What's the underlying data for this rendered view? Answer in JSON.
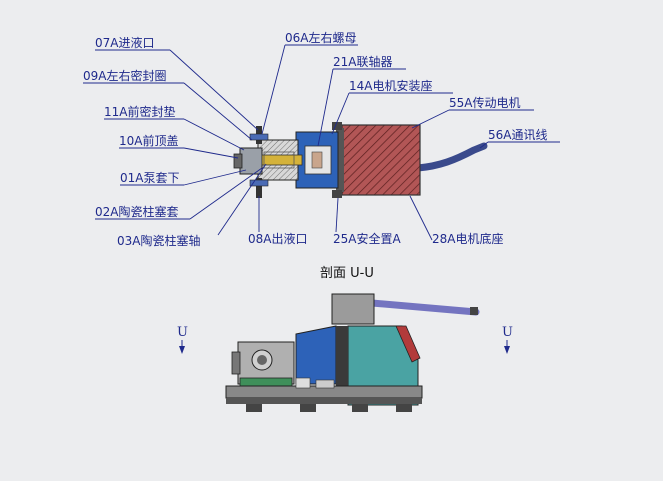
{
  "labels": {
    "l07": "07A进液口",
    "l09": "09A左右密封圈",
    "l11": "11A前密封垫",
    "l10": "10A前顶盖",
    "l01": "01A泵套下",
    "l02": "02A陶瓷柱塞套",
    "l03": "03A陶瓷柱塞轴",
    "l06": "06A左右螺母",
    "l21": "21A联轴器",
    "l14": "14A电机安装座",
    "l55": "55A传动电机",
    "l56": "56A通讯线",
    "l08": "08A出液口",
    "l25": "25A安全置A",
    "l28": "28A电机底座"
  },
  "section": {
    "title": "剖面 U-U",
    "left_marker": "U",
    "right_marker": "U"
  },
  "colors": {
    "label": "#1f2a8c",
    "motor_hatch": "#8a3e3e",
    "coupling_blue": "#2d62b8",
    "teal_housing": "#4aa3a3",
    "base_green": "#3f8f5a"
  }
}
